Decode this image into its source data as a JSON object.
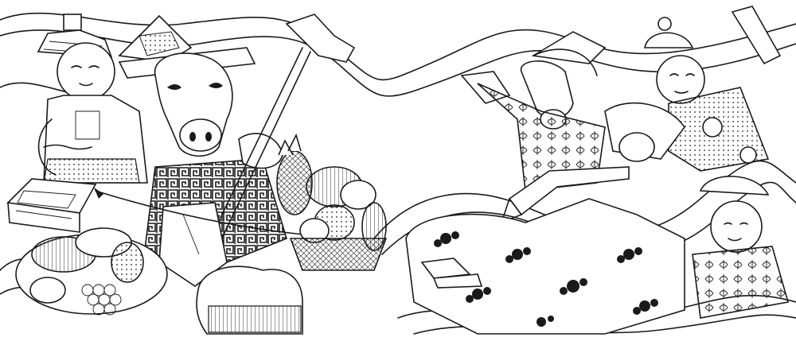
{
  "page": {
    "background": "#ffffff",
    "ink_color": "#1a1a1a",
    "style": "line-art-coloring-page"
  },
  "illustration": {
    "left_group": [
      "musician-with-hat",
      "cow-playing-horsehead-fiddle",
      "fruit-basket",
      "fruit-plate",
      "boot"
    ],
    "right_group": [
      "cow-in-patterned-robe",
      "child-with-raised-arms",
      "figure-playing-horn",
      "child-in-cap",
      "patterned-robe-with-cloud-motifs"
    ]
  }
}
